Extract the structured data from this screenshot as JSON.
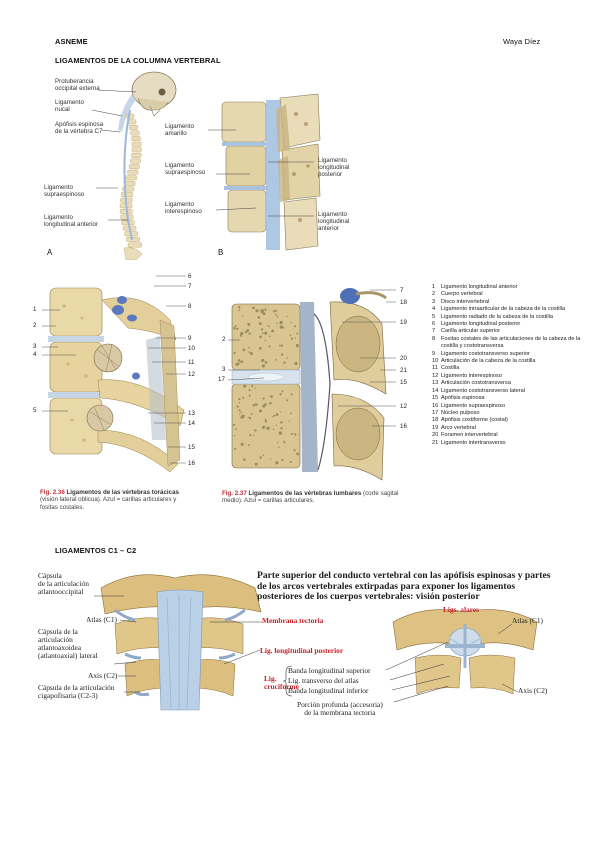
{
  "header": {
    "left": "ASNEME",
    "right": "Waya Díez"
  },
  "section1": {
    "title": "LIGAMENTOS DE LA COLUMNA VERTEBRAL"
  },
  "figA": {
    "letter": "A",
    "labels": {
      "protuberancia": "Protuberancia\noccipital externa",
      "nucal": "Ligamento\nnucal",
      "apofisis": "Apófisis espinosa\nde la vértebra C7",
      "supraespinoso": "Ligamento\nsupraespinoso",
      "longitudinal_anterior": "Ligamento\nlongitudinal anterior"
    }
  },
  "figB": {
    "letter": "B",
    "labels": {
      "amarillo": "Ligamento\namarillo",
      "supraespinoso": "Ligamento\nsupraespinoso",
      "interespinoso": "Ligamento\ninterespinoso",
      "long_posterior": "Ligamento\nlongitudinal\nposterior",
      "long_anterior": "Ligamento\nlongitudinal\nanterior"
    }
  },
  "fig236": {
    "caption_num": "Fig. 2.36",
    "caption_bold": "Ligamentos de las vértebras torácicas",
    "caption_rest": "(visión lateral oblicua). Azul = carillas articulares y fositas costales.",
    "numbers_left": [
      "1",
      "2",
      "3",
      "4",
      "5"
    ],
    "numbers_right": [
      "6",
      "7",
      "8",
      "9",
      "10",
      "11",
      "12",
      "13",
      "14",
      "15",
      "16"
    ]
  },
  "fig237": {
    "caption_num": "Fig. 2.37",
    "caption_bold": "Ligamentos de las vértebras lumbares",
    "caption_rest": "(corte sagital medio). Azul = carillas articulares.",
    "numbers_left": [
      "2",
      "3",
      "17"
    ],
    "numbers_right": [
      "7",
      "18",
      "19",
      "20",
      "21",
      "15",
      "12",
      "16"
    ]
  },
  "legend": [
    {
      "n": "1",
      "text": "Ligamento longitudinal anterior"
    },
    {
      "n": "2",
      "text": "Cuerpo vertebral"
    },
    {
      "n": "3",
      "text": "Disco intervertebral"
    },
    {
      "n": "4",
      "text": "Ligamento intraarticular de la cabeza de la costilla"
    },
    {
      "n": "5",
      "text": "Ligamento radiado de la cabeza de la costilla"
    },
    {
      "n": "6",
      "text": "Ligamento longitudinal posterior"
    },
    {
      "n": "7",
      "text": "Carilla articular superior"
    },
    {
      "n": "8",
      "text": "Fositas costales de las articulaciones de la cabeza de la costilla y costotransversa"
    },
    {
      "n": "9",
      "text": "Ligamento costotransverso superior"
    },
    {
      "n": "10",
      "text": "Articulación de la cabeza de la costilla"
    },
    {
      "n": "11",
      "text": "Costilla"
    },
    {
      "n": "12",
      "text": "Ligamento interespinoso"
    },
    {
      "n": "13",
      "text": "Articulación costotransversa"
    },
    {
      "n": "14",
      "text": "Ligamento costotransverso lateral"
    },
    {
      "n": "15",
      "text": "Apófisis espinosa"
    },
    {
      "n": "16",
      "text": "Ligamento supraespinoso"
    },
    {
      "n": "17",
      "text": "Núcleo pulposo"
    },
    {
      "n": "18",
      "text": "Apófisis costiforme (costal)"
    },
    {
      "n": "19",
      "text": "Arco vertebral"
    },
    {
      "n": "20",
      "text": "Foramen intervertebral"
    },
    {
      "n": "21",
      "text": "Ligamento intertransverso"
    }
  ],
  "section2": {
    "title": "LIGAMENTOS C1 – C2"
  },
  "figC": {
    "title": "Parte superior del conducto vertebral con las apófisis espinosas y partes de los arcos vertebrales extirpadas para exponer los ligamentos posteriores de los cuerpos vertebrales: visión posterior",
    "left_labels": {
      "capsula_ao": "Cápsula\nde la articulación\natlantooccipital",
      "atlas": "Atlas (C1)",
      "capsula_aa": "Cápsula de la\narticulación\natlantoaxoidea\n(atlantoaxial) lateral",
      "axis": "Axis (C2)",
      "capsula_ci": "Cápsula de la articulación\ncigapofisaria (C2-3)"
    },
    "red_labels": {
      "membrana": "Membrana tectoria",
      "lig_long": "Lig. longitudinal posterior",
      "cruciforme": "Lig.\ncruciforme",
      "alares": "Ligs. alares"
    },
    "mid_labels": {
      "banda_sup": "Banda longitudinal superior",
      "transverso": "Lig. transverso del atlas",
      "banda_inf": "Banda longitudinal inferior",
      "porcion": "Porción profunda (accesoria)\nde la membrana tectoria"
    },
    "right_labels": {
      "atlas": "Atlas (C1)",
      "axis": "Axis (C2)"
    }
  },
  "colors": {
    "bone": "#e9dcb8",
    "bone_dark": "#c9b07c",
    "ligament_blue": "#8fb3d6",
    "facet_blue": "#5470b8",
    "marrow": "#6b5a3a",
    "accent_red": "#c4222a"
  }
}
